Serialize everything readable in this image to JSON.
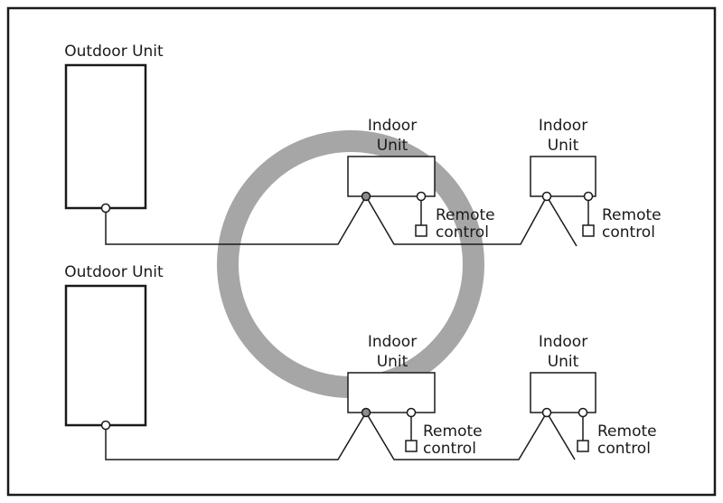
{
  "labels": {
    "outdoor_unit": "Outdoor Unit",
    "indoor_line1": "Indoor",
    "indoor_line2": "Unit",
    "remote_line1": "Remote",
    "remote_line2": "control"
  },
  "colors": {
    "line": "#1a1a1a",
    "ring": "#a6a6a6",
    "background": "#ffffff"
  }
}
